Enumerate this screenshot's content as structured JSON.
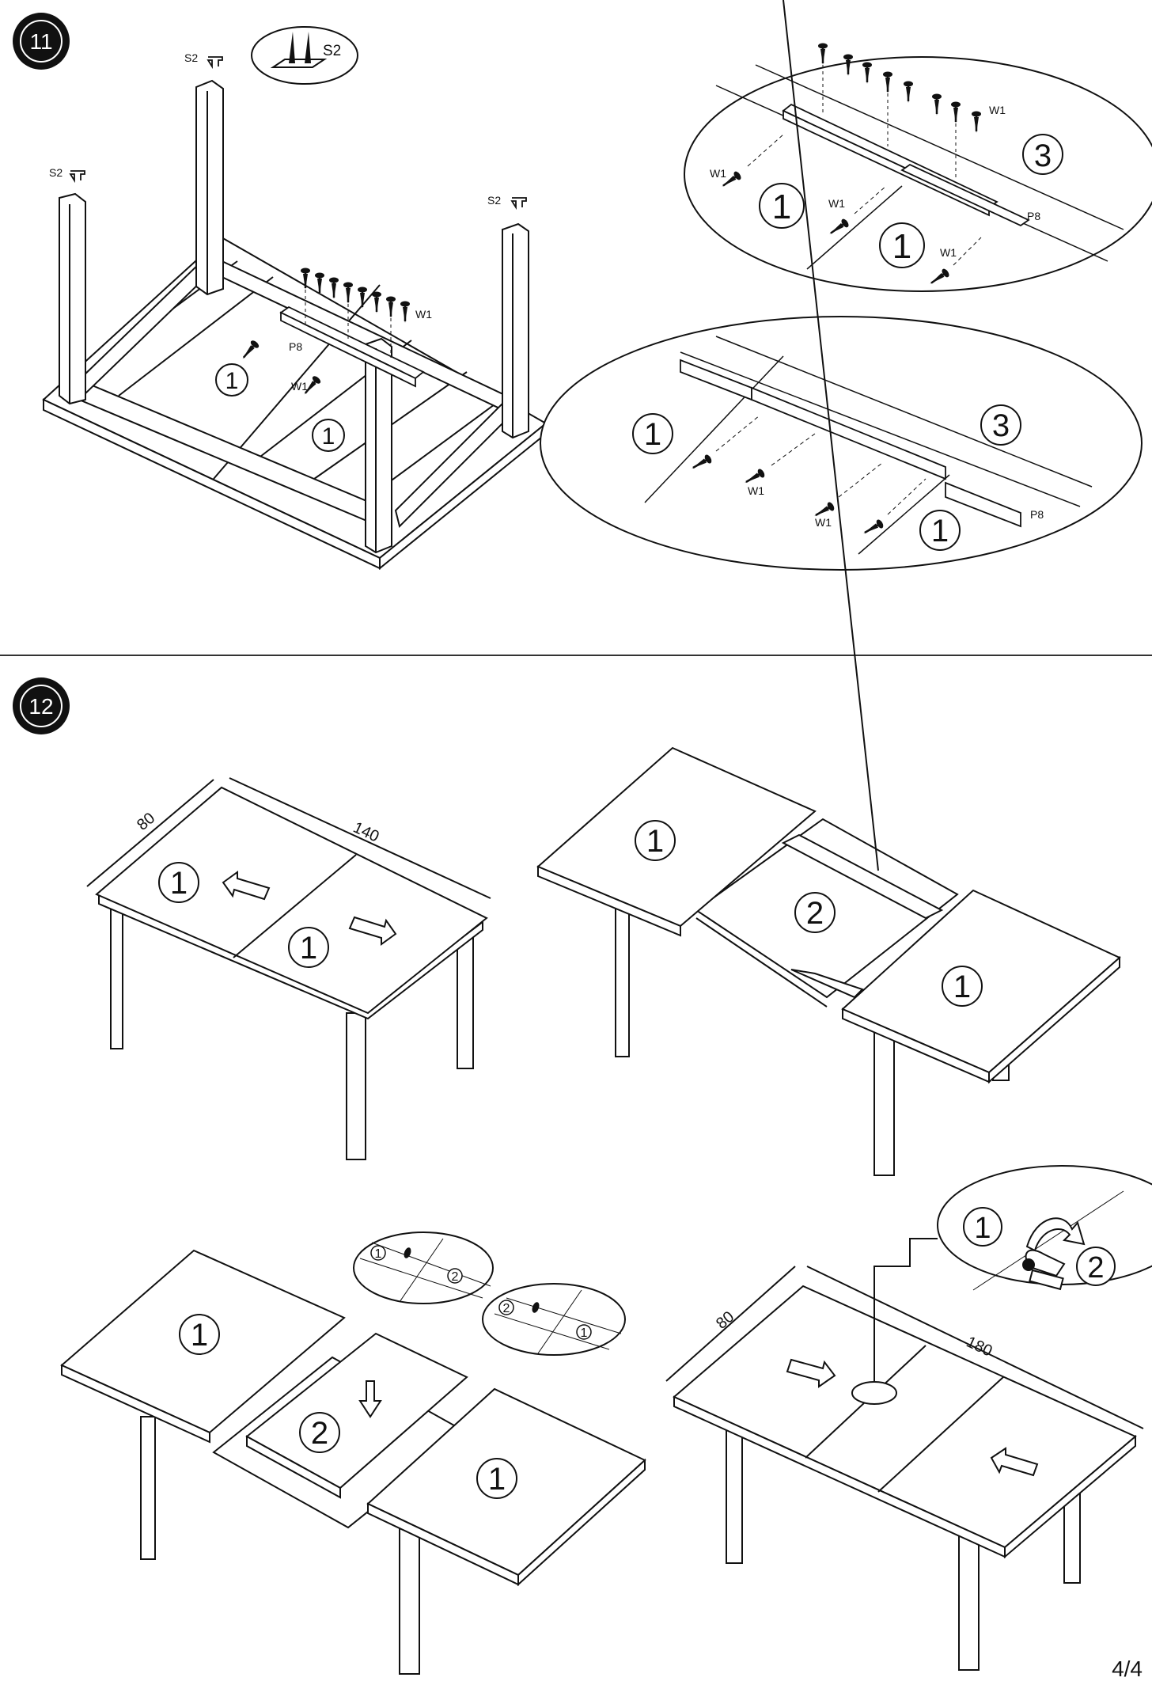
{
  "steps": {
    "step11": {
      "number": "11"
    },
    "step12": {
      "number": "12"
    }
  },
  "labels": {
    "s2": "S2",
    "w1": "W1",
    "p8": "P8",
    "part1": "1",
    "part2": "2",
    "part3": "3"
  },
  "dimensions": {
    "width": "80",
    "length_closed": "140",
    "length_open": "180"
  },
  "page": {
    "number": "4/4"
  }
}
